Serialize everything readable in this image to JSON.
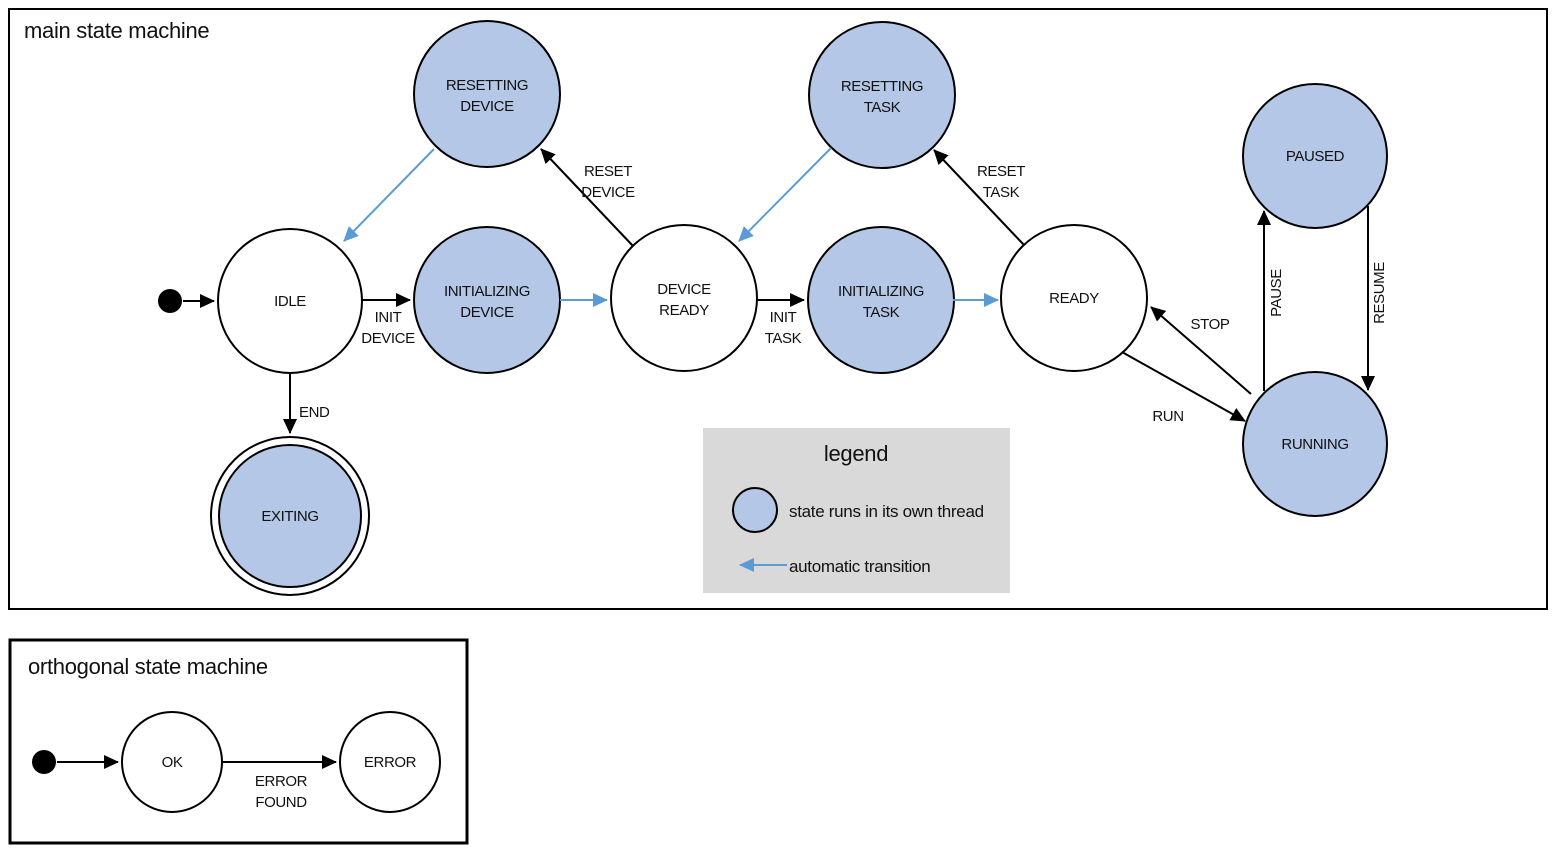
{
  "colors": {
    "state_thread_fill": "#b4c7e7",
    "auto_transition": "#5b9bd5",
    "legend_bg": "#d9d9d9"
  },
  "main": {
    "title": "main state machine",
    "states": {
      "idle": {
        "label": "IDLE"
      },
      "resetting_device": {
        "line1": "RESETTING",
        "line2": "DEVICE"
      },
      "initializing_device": {
        "line1": "INITIALIZING",
        "line2": "DEVICE"
      },
      "device_ready": {
        "line1": "DEVICE",
        "line2": "READY"
      },
      "resetting_task": {
        "line1": "RESETTING",
        "line2": "TASK"
      },
      "initializing_task": {
        "line1": "INITIALIZING",
        "line2": "TASK"
      },
      "ready": {
        "label": "READY"
      },
      "paused": {
        "label": "PAUSED"
      },
      "running": {
        "label": "RUNNING"
      },
      "exiting": {
        "label": "EXITING"
      }
    },
    "transitions": {
      "init_device": {
        "line1": "INIT",
        "line2": "DEVICE"
      },
      "reset_device": {
        "line1": "RESET",
        "line2": "DEVICE"
      },
      "init_task": {
        "line1": "INIT",
        "line2": "TASK"
      },
      "reset_task": {
        "line1": "RESET",
        "line2": "TASK"
      },
      "end": "END",
      "run": "RUN",
      "stop": "STOP",
      "pause": "PAUSE",
      "resume": "RESUME"
    }
  },
  "legend": {
    "title": "legend",
    "thread_item": "state runs in its own thread",
    "auto_item": "automatic transition"
  },
  "orthogonal": {
    "title": "orthogonal state machine",
    "states": {
      "ok": {
        "label": "OK"
      },
      "error": {
        "label": "ERROR"
      }
    },
    "transitions": {
      "error_found": {
        "line1": "ERROR",
        "line2": "FOUND"
      }
    }
  }
}
